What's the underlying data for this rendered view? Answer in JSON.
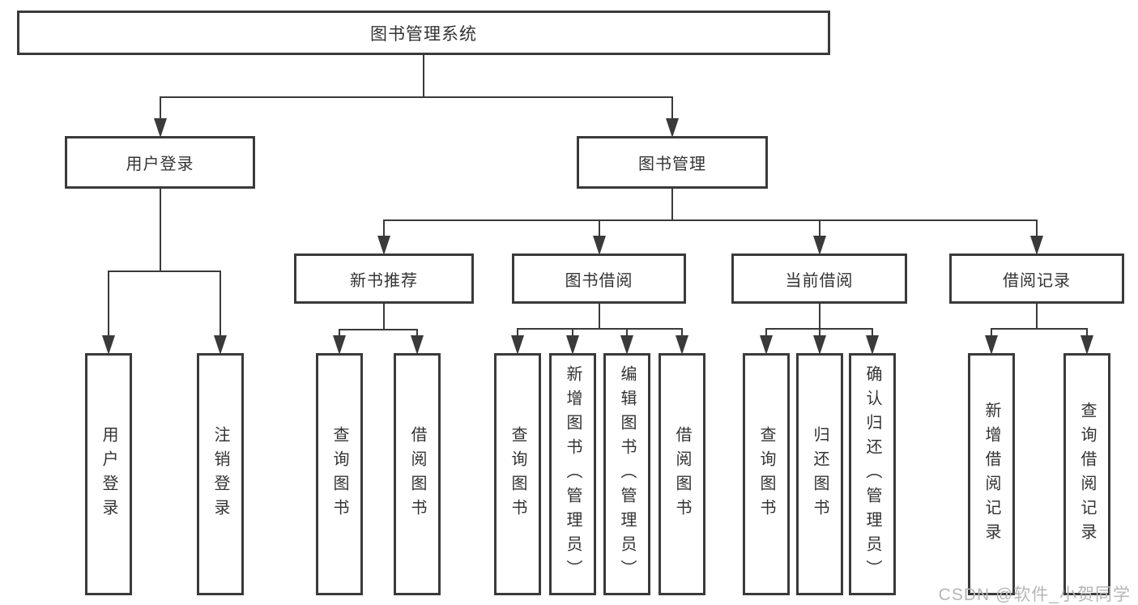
{
  "title": "图书管理系统",
  "watermark": "CSDN @软件_小贺同学",
  "colors": {
    "line": "#3a3a3a",
    "text": "#333333",
    "watermark": "#b6b6b6",
    "background": "#ffffff"
  },
  "nodes": [
    {
      "id": "root",
      "label": "图书管理系统",
      "parent": null
    },
    {
      "id": "user-login",
      "label": "用户登录",
      "parent": "root"
    },
    {
      "id": "book-management",
      "label": "图书管理",
      "parent": "root"
    },
    {
      "id": "new-book-recommend",
      "label": "新书推荐",
      "parent": "book-management"
    },
    {
      "id": "book-borrowing",
      "label": "图书借阅",
      "parent": "book-management"
    },
    {
      "id": "current-borrowing",
      "label": "当前借阅",
      "parent": "book-management"
    },
    {
      "id": "borrowing-records",
      "label": "借阅记录",
      "parent": "book-management"
    },
    {
      "id": "leaf-user-login",
      "label": "用户登录",
      "parent": "user-login"
    },
    {
      "id": "leaf-logout",
      "label": "注销登录",
      "parent": "user-login"
    },
    {
      "id": "leaf-query-books-1",
      "label": "查询图书",
      "parent": "new-book-recommend"
    },
    {
      "id": "leaf-borrow-books-1",
      "label": "借阅图书",
      "parent": "new-book-recommend"
    },
    {
      "id": "leaf-query-books-2",
      "label": "查询图书",
      "parent": "book-borrowing"
    },
    {
      "id": "leaf-add-books",
      "label": "新增图书（管理员）",
      "parent": "book-borrowing"
    },
    {
      "id": "leaf-edit-books",
      "label": "编辑图书（管理员）",
      "parent": "book-borrowing"
    },
    {
      "id": "leaf-borrow-books-2",
      "label": "借阅图书",
      "parent": "book-borrowing"
    },
    {
      "id": "leaf-query-books-3",
      "label": "查询图书",
      "parent": "current-borrowing"
    },
    {
      "id": "leaf-return-books",
      "label": "归还图书",
      "parent": "current-borrowing"
    },
    {
      "id": "leaf-confirm-return",
      "label": "确认归还（管理员）",
      "parent": "current-borrowing"
    },
    {
      "id": "leaf-add-borrow-record",
      "label": "新增借阅记录",
      "parent": "borrowing-records"
    },
    {
      "id": "leaf-query-borrow-record",
      "label": "查询借阅记录",
      "parent": "borrowing-records"
    }
  ]
}
